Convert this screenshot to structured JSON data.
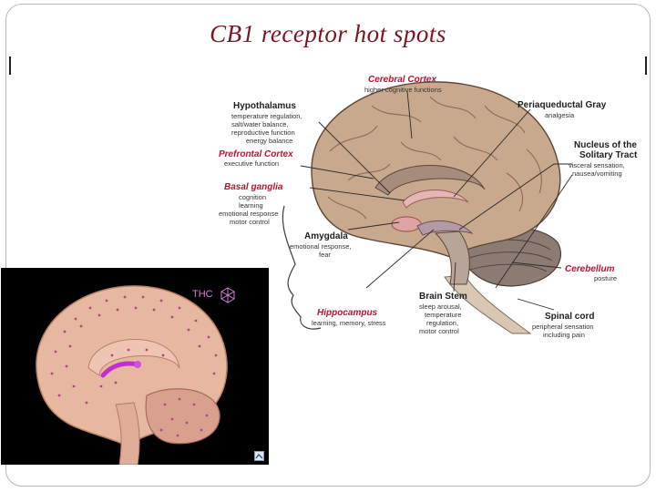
{
  "slide": {
    "title": "CB1 receptor hot spots"
  },
  "diagram": {
    "labels": [
      {
        "key": "cerebral_cortex",
        "title": "Cerebral Cortex",
        "highlight": true,
        "desc": [
          "higher cognitive functions"
        ]
      },
      {
        "key": "hypothalamus",
        "title": "Hypothalamus",
        "highlight": false,
        "desc": [
          "temperature regulation,",
          "salt/water balance,",
          "reproductive function",
          "energy balance"
        ]
      },
      {
        "key": "periaqueductal_gray",
        "title": "Periaqueductal Gray",
        "highlight": false,
        "desc": [
          "analgesia"
        ]
      },
      {
        "key": "prefrontal_cortex",
        "title": "Prefrontal Cortex",
        "highlight": true,
        "desc": [
          "executive function"
        ]
      },
      {
        "key": "nucleus_solitary_tract",
        "title": "Nucleus of the",
        "title2": "Solitary Tract",
        "highlight": false,
        "desc": [
          "visceral sensation,",
          "nausea/vomiting"
        ]
      },
      {
        "key": "basal_ganglia",
        "title": "Basal ganglia",
        "highlight": true,
        "desc": [
          "cognition",
          "learning",
          "emotional response",
          "motor control"
        ]
      },
      {
        "key": "amygdala",
        "title": "Amygdala",
        "highlight": false,
        "desc": [
          "emotional response,",
          "fear"
        ]
      },
      {
        "key": "cerebellum",
        "title": "Cerebellum",
        "highlight": true,
        "desc": [
          "posture"
        ]
      },
      {
        "key": "brain_stem",
        "title": "Brain Stem",
        "highlight": false,
        "desc": [
          "sleep arousal,",
          "temperature",
          "regulation,",
          "motor control"
        ]
      },
      {
        "key": "hippocampus",
        "title": "Hippocampus",
        "highlight": true,
        "desc": [
          "learning, memory, stress"
        ]
      },
      {
        "key": "spinal_cord",
        "title": "Spinal cord",
        "highlight": false,
        "desc": [
          "peripheral sensation",
          "including pain"
        ]
      }
    ]
  },
  "thc_panel": {
    "label": "THC"
  },
  "colors": {
    "title": "#7a1420",
    "highlight_label": "#c4122f",
    "brain_tissue": "#c9a98e",
    "thc_marker": "#c02fd0"
  }
}
